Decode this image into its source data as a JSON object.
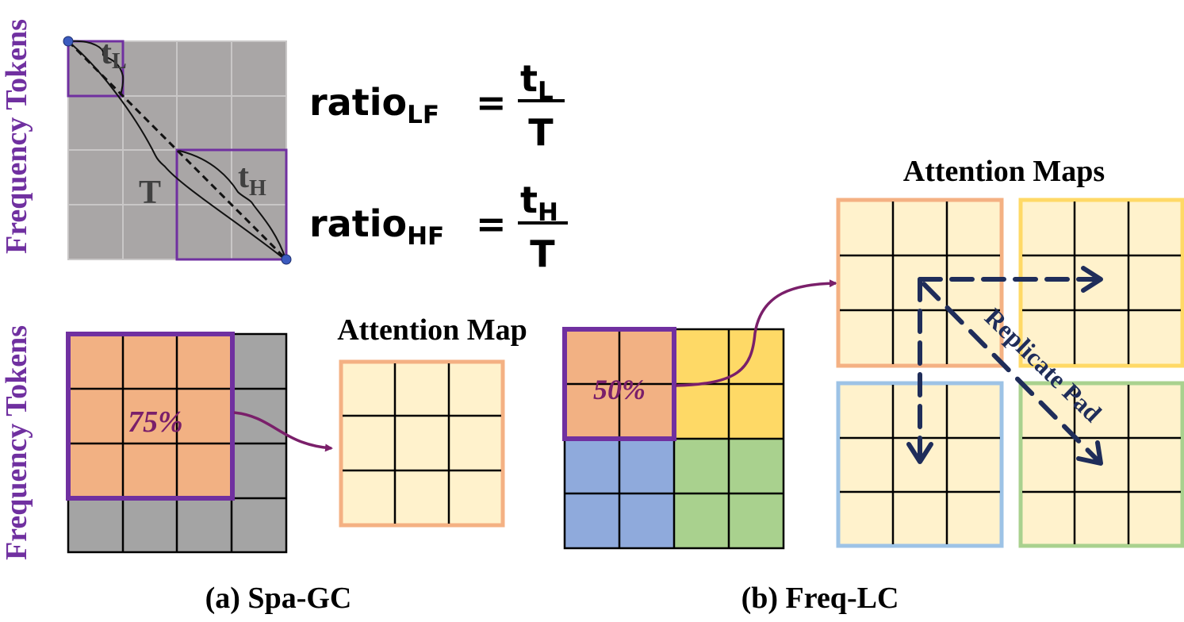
{
  "labels": {
    "y_axis_top": "Frequency Tokens",
    "y_axis_bottom": "Frequency Tokens",
    "tl_base": "t",
    "tl_sub": "L",
    "th_base": "t",
    "th_sub": "H",
    "T": "T",
    "attention_map": "Attention Map",
    "attention_maps": "Attention Maps",
    "pct_gc": "75%",
    "pct_lc": "50%",
    "replicate_pad": "Replicate Pad",
    "caption_a": "(a) Spa-GC",
    "caption_b": "(b) Freq-LC"
  },
  "formulas": {
    "lf": {
      "lhs": "ratio",
      "lhs_sub": "LF",
      "eq": "=",
      "num": "t",
      "num_sub": "L",
      "den": "T"
    },
    "hf": {
      "lhs": "ratio",
      "lhs_sub": "HF",
      "eq": "=",
      "num": "t",
      "num_sub": "H",
      "den": "T"
    }
  },
  "colors": {
    "grid_gray": "#a9a6a6",
    "gray_dark": "#a4a4a4",
    "purple": "#7030a0",
    "orange_fill": "#f2b183",
    "yellow_fill": "#fed966",
    "blue_fill": "#8faadc",
    "green_fill": "#a9d18e",
    "cream": "#fff2cc",
    "orange_border": "#f4b183",
    "yellow_border": "#ffd966",
    "blue_border": "#9dc3e6",
    "green_border": "#a9d18e",
    "arrow_purple": "#7a1f6a",
    "navy": "#1f2d5a",
    "dot_blue": "#3b5bbf"
  }
}
